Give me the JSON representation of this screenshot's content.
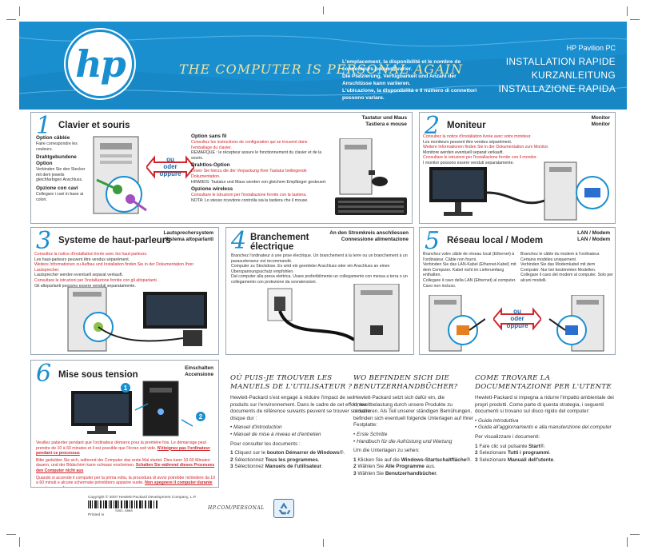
{
  "header": {
    "slogan": "THE COMPUTER IS PERSONAL AGAIN",
    "logo_text": "hp",
    "notes": [
      "L'emplacement, la disponibilité et le nombre de connecteurs peuvent varier.",
      "Die Platzierung, Verfügbarkeit und Anzahl der Anschlüsse kann variieren.",
      "L'ubicazione, la disponibilità e il numero di connettori possono variare."
    ],
    "product": "HP Pavilion PC",
    "titles": [
      "INSTALLATION RAPIDE",
      "KURZANLEITUNG",
      "INSTALLAZIONE RAPIDA"
    ]
  },
  "colors": {
    "accent": "#1a8fd0",
    "warning": "#d0262d"
  },
  "or_badge": [
    "ou",
    "oder",
    "oppure"
  ],
  "panel1": {
    "num": "1",
    "title": "Clavier et souris",
    "label": [
      "Tastatur und Maus",
      "Tastiera e mouse"
    ],
    "left": [
      {
        "head": "Option câblée",
        "body": "Faire correspondre les couleurs."
      },
      {
        "head": "Drahtgebundene Option",
        "body": "Verbinden Sie den Stecker mit dem jeweils gleichfarbigen Anschluss."
      },
      {
        "head": "Opzione con cavi",
        "body": "Collegare i cavi in base ai colori."
      }
    ],
    "wireless": [
      {
        "head": "Option sans fil",
        "body": "Consultez les instructions de configuration qui se trouvent dans l'emballage du clavier.",
        "note": "REMARQUE : le récepteur assure le fonctionnement du clavier et de la souris."
      },
      {
        "head": "Drahtlos-Option",
        "body": "Lesen Sie hierzu die der Verpackung Ihrer Tastatur beiliegende Dokumentation.",
        "note": "HINWEIS: Tastatur und Maus werden von gleichem Empfänger gesteuert."
      },
      {
        "head": "Opzione wireless",
        "body": "Consultare le istruzioni per l'installazione fornite con la tastiera.",
        "note": "NOTA: Lo stesso ricevitore controlla sia la tastiera che il mouse."
      }
    ]
  },
  "panel2": {
    "num": "2",
    "title": "Moniteur",
    "label": [
      "Monitor",
      "Monitor"
    ],
    "text": [
      "Consultez la notice d'installation livrée avec votre moniteur.",
      "Les moniteurs peuvent être vendus séparément.",
      "Weitere Informationen finden Sie in der Dokumentation zum Monitor.",
      "Monitore werden eventuell separat verkauft.",
      "Consultare le istruzioni per l'installazione fornite con il monitor.",
      "I monitor possono essere venduti separatamente."
    ]
  },
  "panel3": {
    "num": "3",
    "title": "Systeme de haut-parleurs",
    "label": [
      "Lautsprechersystem",
      "Sistema altoparlanti"
    ],
    "text": [
      "Consultez la notice d'installation livrée avec les haut-parleurs.",
      "Les haut-parleurs peuvent être vendus séparément.",
      "Weitere Informationen zu Aufbau und Installation finden Sie in der Dokumentation Ihrer Lautsprecher.",
      "Lautsprecher werden eventuell separat verkauft.",
      "Consultare le istruzioni per l'installazione fornite con gli altoparlanti.",
      "Gli altoparlanti possono essere venduti separatamente."
    ]
  },
  "panel4": {
    "num": "4",
    "title": "Branchement électrique",
    "label": [
      "An den Stromkreis anschliessen",
      "Connessione alimentazione"
    ],
    "text": [
      "Branchez l'ordinateur à une prise électrique. Un branchement à la terre ou un branchement à un parasurtenseur est recommandé.",
      "Computer zu Steckdose. Es wird ein geerdeter Anschluss oder ein Anschluss an einen Überspannungsschutz empfohlen.",
      "Dal computer alla presa elettrica. Usare preferibilmente un collegamento con messa a terra o un collegamento con protezione da sovratensioni."
    ]
  },
  "panel5": {
    "num": "5",
    "title": "Réseau local / Modem",
    "label": [
      "LAN / Modem",
      "LAN / Modem"
    ],
    "left": [
      "Branchez votre câble de réseau local (Ethernet) à l'ordinateur. Câble non fourni.",
      "Verbinden Sie das LAN-Kabel (Ethernet-Kabel) mit dem Computer. Kabel nicht im Lieferumfang enthalten.",
      "Collegare il cavo della LAN (Ethernet) al computer. Cavo non incluso."
    ],
    "right": [
      "Branchez le câble du modem à l'ordinateur. Certains modèles uniquement.",
      "Verbinden Sie das Modemkabel mit dem Computer. Nur bei bestimmten Modellen.",
      "Collegare il cavo del modem al computer. Solo per alcuni modelli."
    ]
  },
  "panel6": {
    "num": "6",
    "title": "Mise sous tension",
    "label": [
      "Einschalten",
      "Accensione"
    ],
    "callouts": [
      "1",
      "2"
    ],
    "text": [
      {
        "plain": "Veuillez patienter pendant que l'ordinateur démarre pour la première fois. Le démarrage peut prendre de 10 à 60 minutes et il est possible que l'écran soit vide. ",
        "strong": "N'éteignez pas l'ordinateur pendant ce processus"
      },
      {
        "plain": "Bitte gedulden Sie sich, während der Computer das erste Mal startet. Dies kann 10-60 Minuten dauern, und der Bildschirm kann schwarz erscheinen. ",
        "strong": "Schalten Sie während dieses Prozesses den Computer nicht aus"
      },
      {
        "plain": "Quando si accende il computer per la prima volta, la procedura di avvio potrebbe richiedere da 10 a 60 minuti e alcune schermate potrebbero apparire vuote. ",
        "strong": "Non spegnere il computer durante questa procedura"
      }
    ]
  },
  "columns": [
    {
      "title": "OÙ PUIS-JE TROUVER LES MANUELS DE L'UTILISATEUR ?",
      "intro": "Hewlett-Packard s'est engagé à réduire l'impact de ses produits sur l'environnement. Dans le cadre de cet effort, les documents de référence suivants peuvent se trouver sur votre disque dur :",
      "items": [
        "Manuel d'introduction",
        "Manuel de mise à niveau et d'entretien"
      ],
      "access": "Pour consulter les documents :",
      "steps": [
        {
          "n": "1",
          "a": "Cliquez sur le ",
          "b": "bouton Démarrer de Windows",
          "c": "®."
        },
        {
          "n": "2",
          "a": "Sélectionnez ",
          "b": "Tous les programmes",
          "c": "."
        },
        {
          "n": "3",
          "a": "Sélectionnez ",
          "b": "Manuels de l'utilisateur",
          "c": "."
        }
      ]
    },
    {
      "title": "WO BEFINDEN SICH DIE BENUTZERHANDBÜCHER?",
      "intro": "Hewlett-Packard setzt sich dafür ein, die Umweltbelastung durch unsere Produkte zu reduzieren. Als Teil unserer ständigen Bemühungen, befinden sich eventuell folgende Unterlagen auf Ihrer Festplatte:",
      "items": [
        "Erste Schritte",
        "Handbuch für die Aufrüstung und Wartung"
      ],
      "access": "Um die Unterlagen zu sehen:",
      "steps": [
        {
          "n": "1",
          "a": "Klicken Sie auf die ",
          "b": "Windows-Startschaltfläche",
          "c": "®."
        },
        {
          "n": "2",
          "a": "Wählen Sie ",
          "b": "Alle Programme",
          "c": " aus."
        },
        {
          "n": "3",
          "a": "Wählen Sie ",
          "b": "Benutzerhandbücher",
          "c": "."
        }
      ]
    },
    {
      "title": "COME TROVARE LA DOCUMENTAZIONE PER L'UTENTE",
      "intro": "Hewlett-Packard si impegna a ridurre l'impatto ambientale dei propri prodotti. Come parte di questa strategia, i seguenti documenti si trovano sul disco rigido del computer:",
      "items": [
        "Guida Introduttiva",
        "Guida all'aggiornamento e alla manutenzione del computer"
      ],
      "access": "Per visualizzare i documenti:",
      "steps": [
        {
          "n": "1",
          "a": "Fare clic sul pulsante ",
          "b": "Start",
          "c": "®."
        },
        {
          "n": "2",
          "a": "Selezionare ",
          "b": "Tutti i programmi",
          "c": "."
        },
        {
          "n": "3",
          "a": "Selezionare ",
          "b": "Manuali dell'utente",
          "c": "."
        }
      ]
    }
  ],
  "footer": {
    "copyright": "Copyright © 2007 Hewlett-Packard Development Company, L.P.",
    "printed": "Printed in",
    "url": "HP.COM/PERSONAL",
    "barcode_number": "5991-8888"
  }
}
